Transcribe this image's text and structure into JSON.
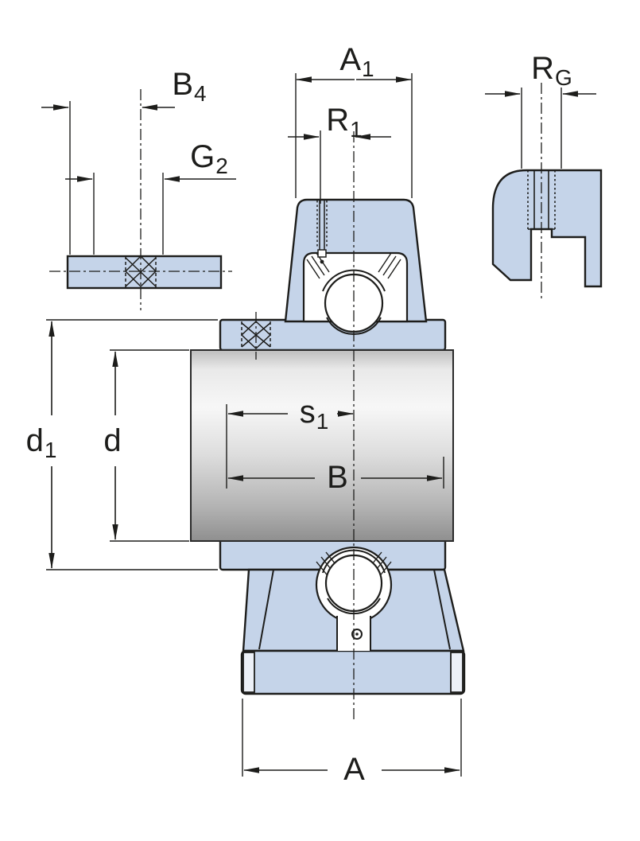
{
  "drawing": {
    "subject": "Cross-section dimension drawing of a pillow block ball bearing unit on a shaft",
    "colors": {
      "outline": "#1d1d1b",
      "housing_fill": "#c5d4e9",
      "shaft_gray": "#d9d9d9",
      "background": "#ffffff"
    },
    "labels": {
      "b4": {
        "main": "B",
        "sub": "4"
      },
      "g2": {
        "main": "G",
        "sub": "2"
      },
      "a1": {
        "main": "A",
        "sub": "1"
      },
      "r1": {
        "main": "R",
        "sub": "1"
      },
      "rg": {
        "main": "R",
        "sub": "G"
      },
      "d1": {
        "main": "d",
        "sub": "1"
      },
      "d": {
        "main": "d",
        "sub": ""
      },
      "s1": {
        "main": "s",
        "sub": "1"
      },
      "b": {
        "main": "B",
        "sub": ""
      },
      "a": {
        "main": "A",
        "sub": ""
      }
    }
  }
}
